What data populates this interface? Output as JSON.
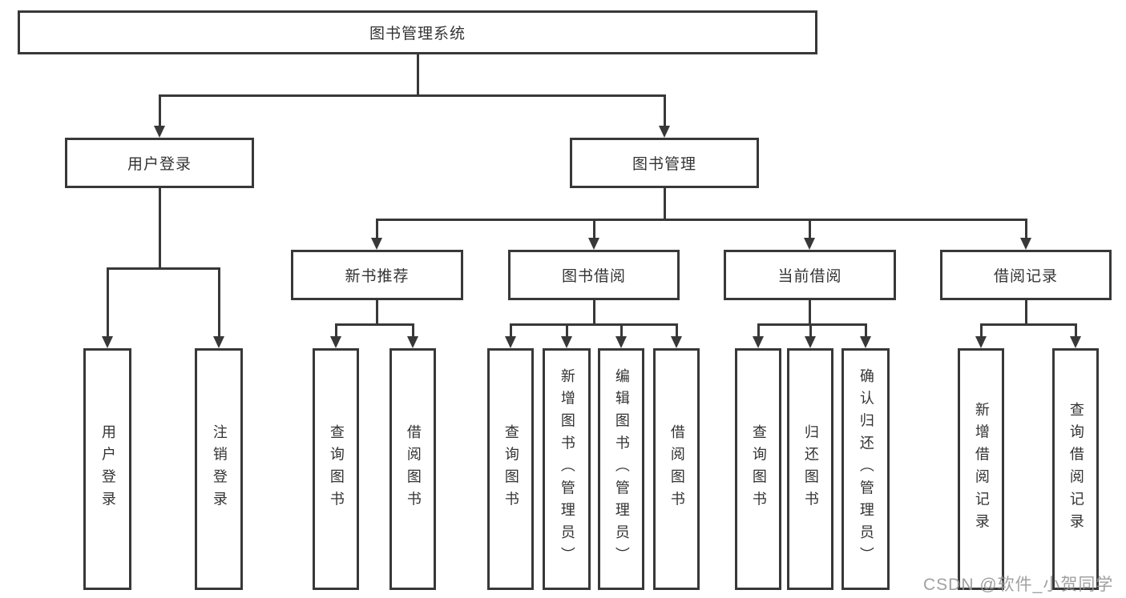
{
  "diagram": {
    "root": {
      "label": "图书管理系统"
    },
    "branches": [
      {
        "label": "用户登录",
        "children": [
          {
            "label": "用户登录"
          },
          {
            "label": "注销登录"
          }
        ]
      },
      {
        "label": "图书管理",
        "children": [
          {
            "label": "新书推荐",
            "children": [
              {
                "label": "查询图书"
              },
              {
                "label": "借阅图书"
              }
            ]
          },
          {
            "label": "图书借阅",
            "children": [
              {
                "label": "查询图书"
              },
              {
                "label": "新增图书（管理员）"
              },
              {
                "label": "编辑图书（管理员）"
              },
              {
                "label": "借阅图书"
              }
            ]
          },
          {
            "label": "当前借阅",
            "children": [
              {
                "label": "查询图书"
              },
              {
                "label": "归还图书"
              },
              {
                "label": "确认归还（管理员）"
              }
            ]
          },
          {
            "label": "借阅记录",
            "children": [
              {
                "label": "新增借阅记录"
              },
              {
                "label": "查询借阅记录"
              }
            ]
          }
        ]
      }
    ]
  },
  "watermark": {
    "text": "CSDN @软件_小贺同学"
  },
  "colors": {
    "line": "#383838",
    "box_border": "#383838",
    "text": "#333333",
    "background": "#ffffff",
    "watermark": "#969696"
  }
}
